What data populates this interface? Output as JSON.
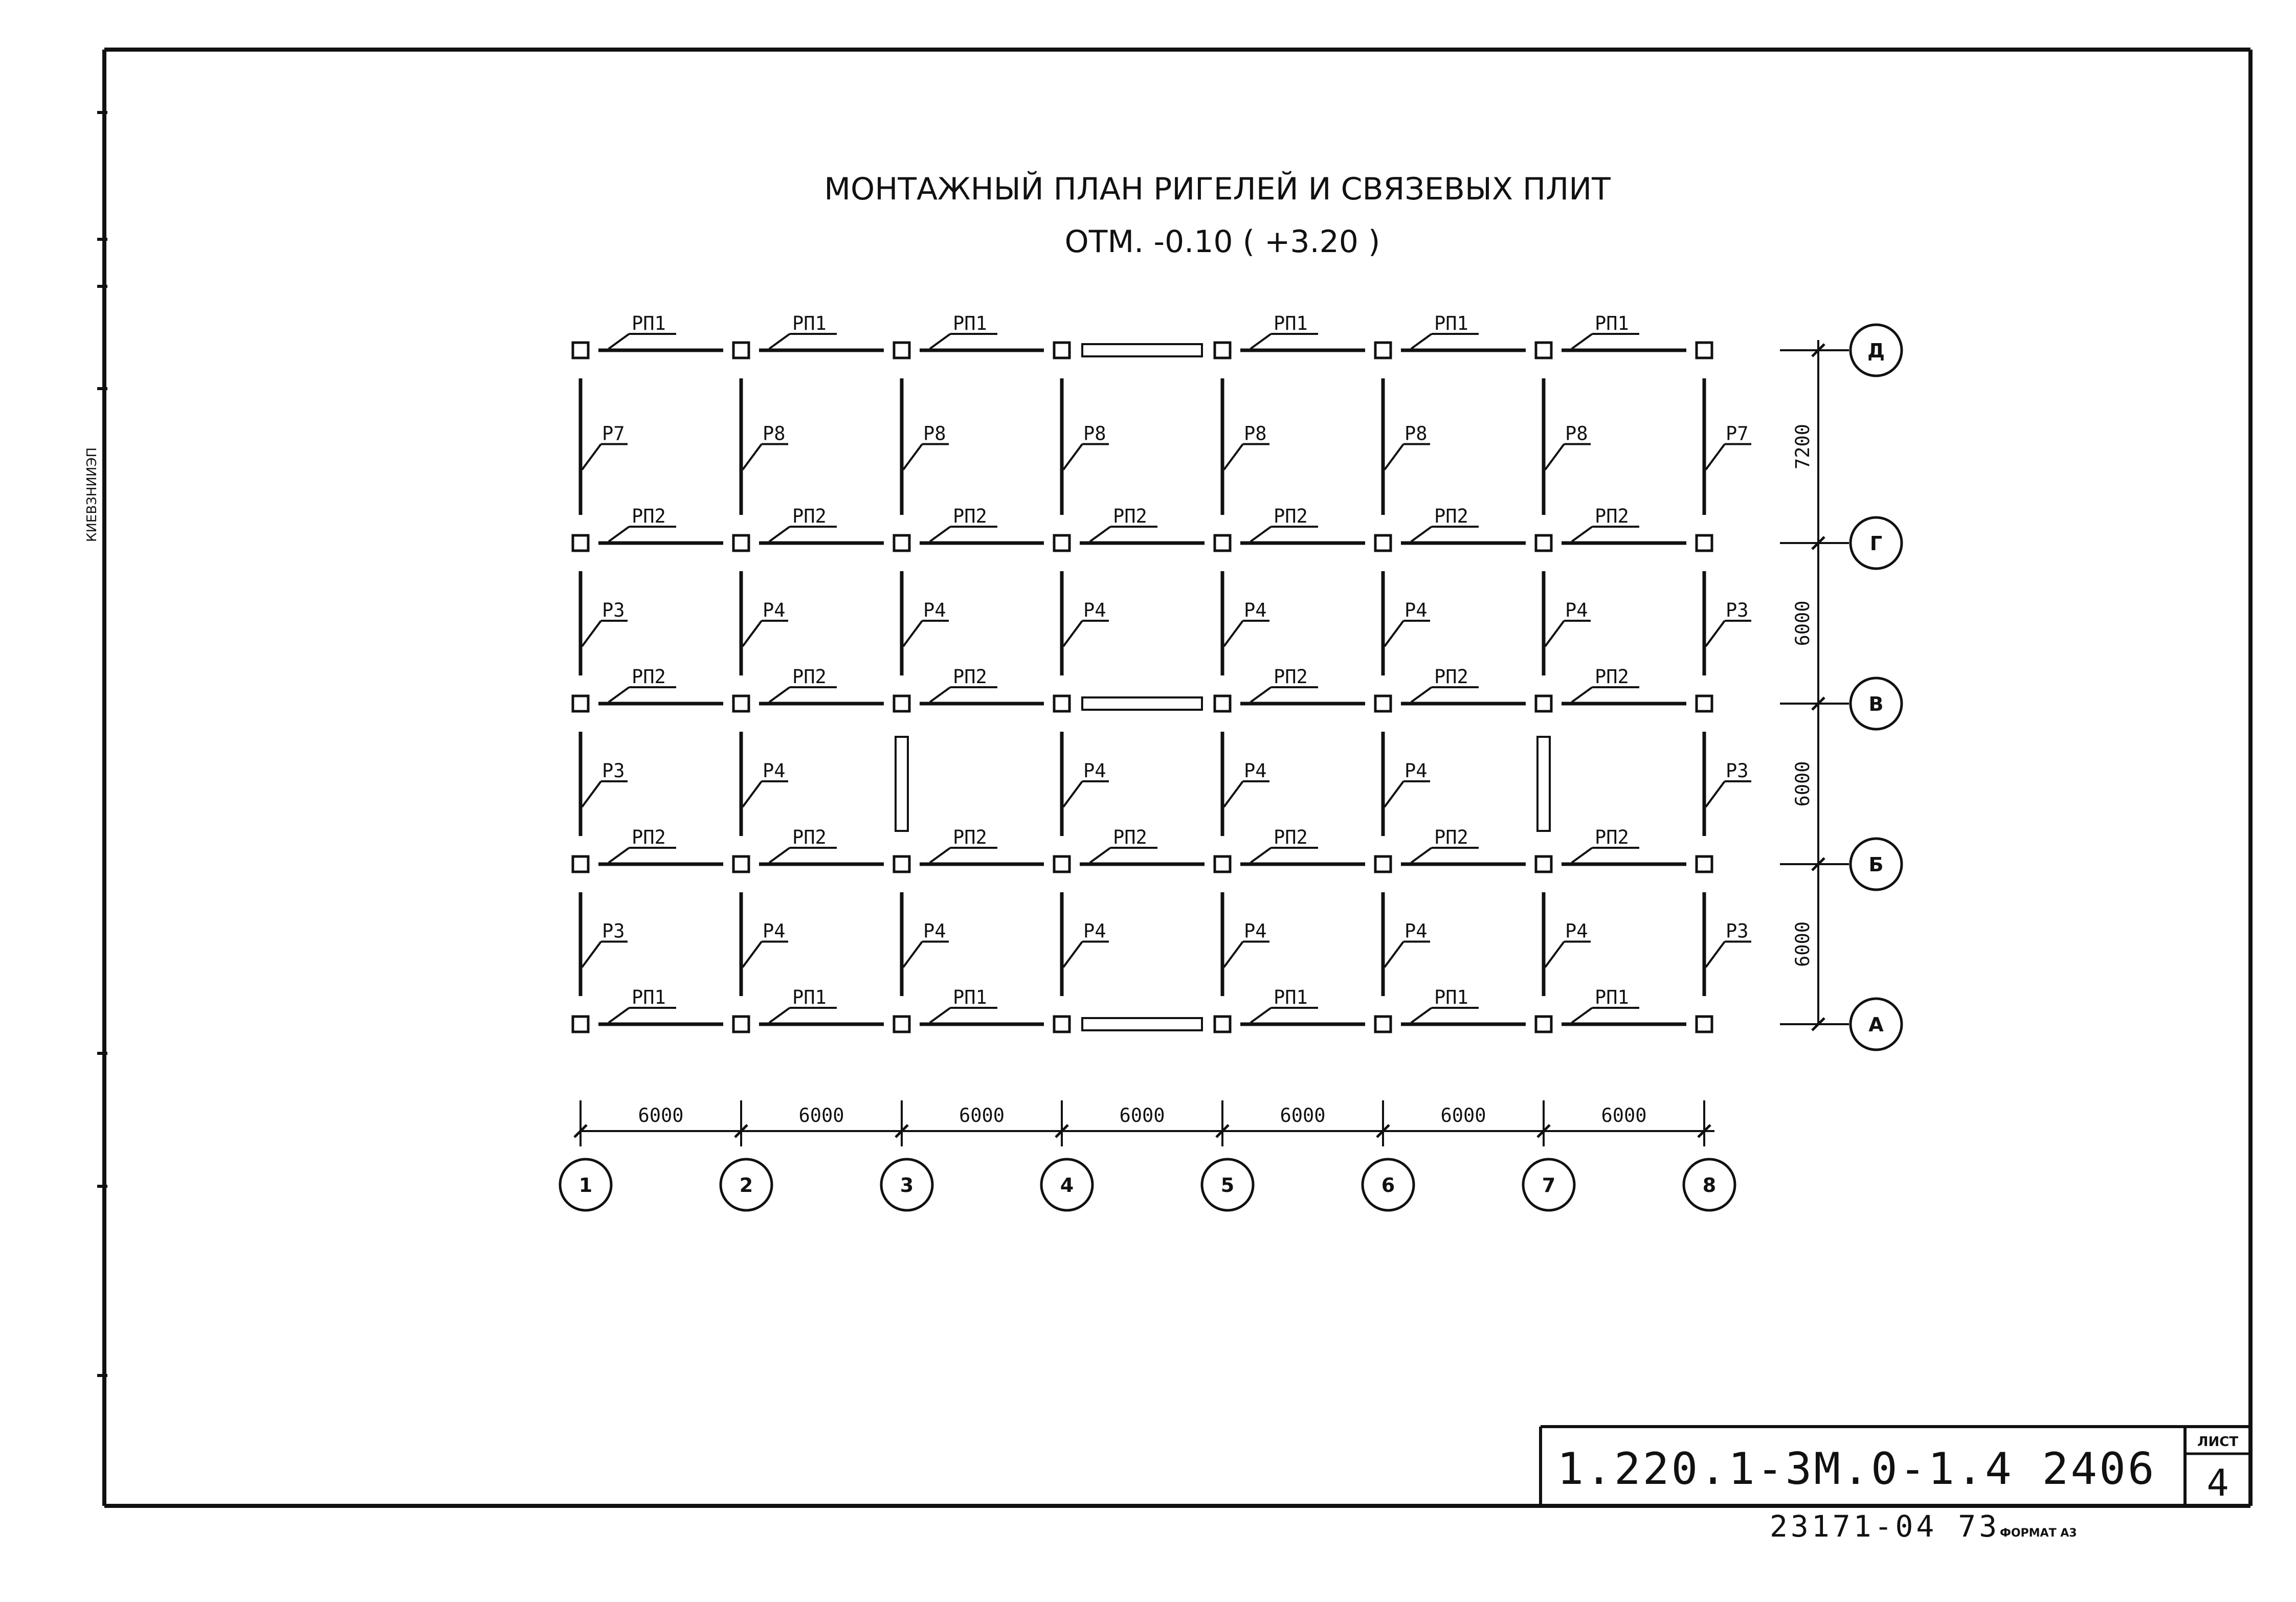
{
  "drawing": {
    "title_line1": "МОНТАЖНЫЙ ПЛАН РИГЕЛЕЙ И СВЯЗЕВЫХ ПЛИТ",
    "title_line2": "ОТМ. -0.10 ( +3.20 )"
  },
  "title_block": {
    "code": "1.220.1-3М.0-1.4 2406",
    "sheet_label": "ЛИСТ",
    "sheet_number": "4",
    "inventory_number": "23171-04 73",
    "format_label": "ФОРМАТ А3"
  },
  "side_stamp": "КИЕВЗНИИЭП",
  "grid": {
    "column_axes": [
      "1",
      "2",
      "3",
      "4",
      "5",
      "6",
      "7",
      "8"
    ],
    "row_axes_bottom_to_top": [
      "А",
      "Б",
      "В",
      "Г",
      "Д"
    ],
    "column_spacings": [
      "6000",
      "6000",
      "6000",
      "6000",
      "6000",
      "6000",
      "6000"
    ],
    "row_spacings_bottom_to_top": [
      "6000",
      "6000",
      "6000",
      "7200"
    ]
  },
  "horizontal_elements": {
    "row_Д": [
      "РП1",
      "РП1",
      "РП1",
      "",
      "РП1",
      "РП1",
      "РП1"
    ],
    "row_Г": [
      "РП2",
      "РП2",
      "РП2",
      "РП2",
      "РП2",
      "РП2",
      "РП2"
    ],
    "row_В": [
      "РП2",
      "РП2",
      "РП2",
      "",
      "РП2",
      "РП2",
      "РП2"
    ],
    "row_Б": [
      "РП2",
      "РП2",
      "РП2",
      "РП2",
      "РП2",
      "РП2",
      "РП2"
    ],
    "row_А": [
      "РП1",
      "РП1",
      "РП1",
      "",
      "РП1",
      "РП1",
      "РП1"
    ]
  },
  "vertical_elements": {
    "span_Г_Д": [
      "Р7",
      "Р8",
      "Р8",
      "Р8",
      "Р8",
      "Р8",
      "Р8",
      "Р7"
    ],
    "span_В_Г": [
      "Р3",
      "Р4",
      "Р4",
      "Р4",
      "Р4",
      "Р4",
      "Р4",
      "Р3"
    ],
    "span_Б_В": [
      "Р3",
      "Р4",
      "",
      "Р4",
      "Р4",
      "Р4",
      "",
      "Р3"
    ],
    "span_А_Б": [
      "Р3",
      "Р4",
      "Р4",
      "Р4",
      "Р4",
      "Р4",
      "Р4",
      "Р3"
    ]
  }
}
